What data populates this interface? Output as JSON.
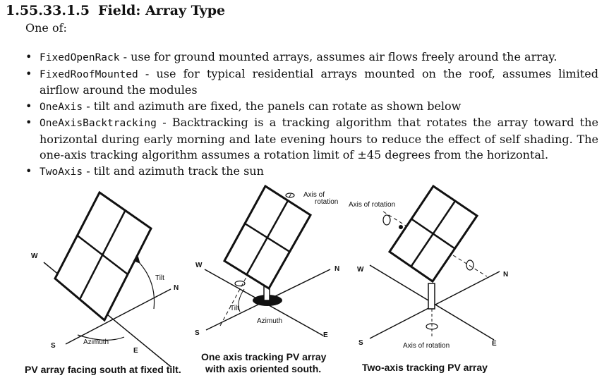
{
  "section": {
    "number": "1.55.33.1.5",
    "title": "Field: Array Type"
  },
  "intro": "One of:",
  "options": [
    {
      "code": "FixedOpenRack",
      "text": " - use for ground mounted arrays, assumes air flows freely around the array."
    },
    {
      "code": "FixedRoofMounted",
      "text": " - use for typical residential arrays mounted on the roof, assumes limited airflow around the modules"
    },
    {
      "code": "OneAxis",
      "text": " - tilt and azimuth are fixed, the panels can rotate as shown below"
    },
    {
      "code": "OneAxisBacktracking",
      "text": " - Backtracking is a tracking algorithm that rotates the array toward the horizontal during early morning and late evening hours to reduce the effect of self shading.  The one-axis tracking algorithm assumes a rotation limit of ±45 degrees from the horizontal."
    },
    {
      "code": "TwoAxis",
      "text": " - tilt and azimuth track the sun"
    }
  ],
  "figure": {
    "fixed": {
      "caption": "PV array facing south at fixed tilt.",
      "tilt": "Tilt",
      "azimuth": "Azimuth",
      "w": "W",
      "n": "N",
      "s": "S",
      "e": "E"
    },
    "one_axis": {
      "caption_line1": "One axis tracking PV array",
      "caption_line2": "with axis oriented south.",
      "axis_line1": "Axis of",
      "axis_line2": "rotation",
      "tilt": "Tilt",
      "azimuth": "Azimuth",
      "w": "W",
      "n": "N",
      "s": "S",
      "e": "E"
    },
    "two_axis": {
      "caption": "Two-axis tracking PV array",
      "axis_top": "Axis of rotation",
      "axis_bottom": "Axis of rotation",
      "w": "W",
      "n": "N",
      "s": "S",
      "e": "E"
    }
  }
}
